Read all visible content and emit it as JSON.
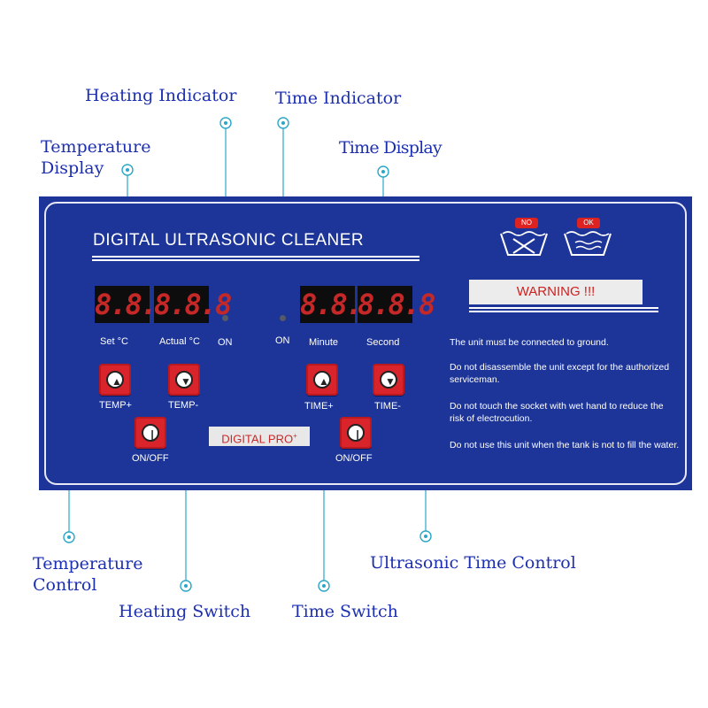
{
  "callouts": {
    "heating_indicator": "Heating Indicator",
    "time_indicator": "Time Indicator",
    "temperature_display_1": "Temperature",
    "temperature_display_2": "Display",
    "time_display": "Time Display",
    "temperature_control_1": "Temperature",
    "temperature_control_2": "Control",
    "heating_switch": "Heating Switch",
    "time_switch": "Time Switch",
    "ultrasonic_time_control": "Ultrasonic Time Control"
  },
  "panel": {
    "title": "DIGITAL ULTRASONIC CLEANER",
    "icons": {
      "no": "NO",
      "ok": "OK"
    },
    "displays": {
      "set_temp": "8.8.8",
      "actual_temp": "8.8.8",
      "minute": "8.8.8",
      "second": "8.8.8"
    },
    "labels": {
      "set": "Set °C",
      "actual": "Actual °C",
      "heat_on": "ON",
      "time_on": "ON",
      "minute": "Minute",
      "second": "Second"
    },
    "buttons": {
      "temp_up": "TEMP+",
      "temp_down": "TEMP-",
      "heat_onoff": "ON/OFF",
      "time_up": "TIME+",
      "time_down": "TIME-",
      "time_onoff": "ON/OFF"
    },
    "brand": "DIGITAL PRO",
    "brand_sup": "+",
    "warning": "WARNING !!!",
    "notes": [
      "The unit must be connected to ground.",
      "Do not disassemble the unit except  for the authorized serviceman.",
      "Do not touch the socket with wet hand to reduce the risk of electrocution.",
      "Do not use this unit when the tank is not to fill the water."
    ]
  },
  "colors": {
    "panel": "#1d3598",
    "callout_text": "#1c2fb0",
    "leader": "#2aa6c8",
    "button": "#d8242a",
    "segment": "#c62828"
  }
}
